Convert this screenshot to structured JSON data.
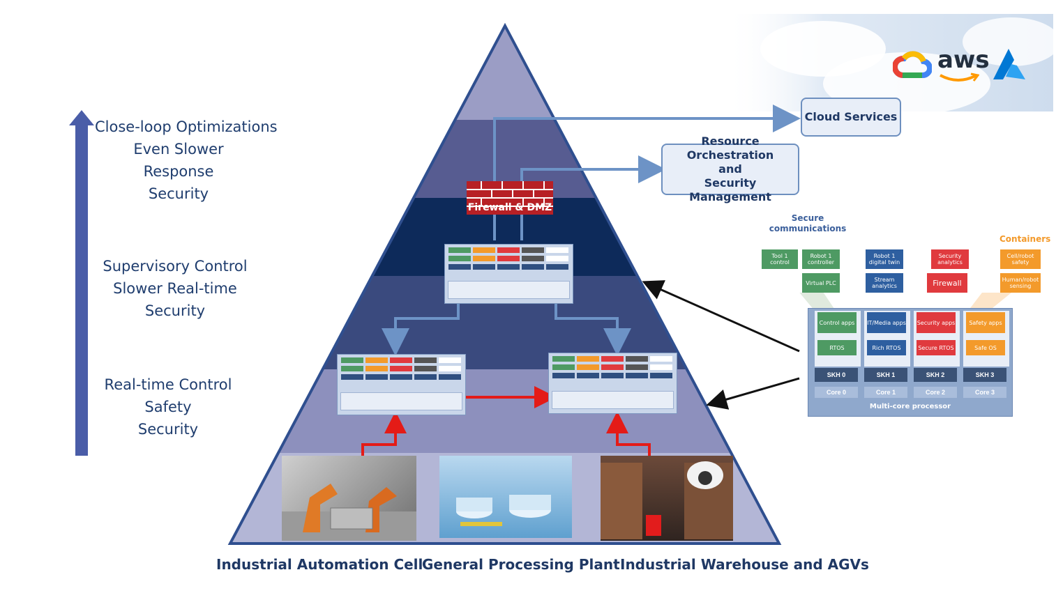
{
  "left_levels": [
    {
      "lines": [
        "Close-loop Optimizations",
        "Even Slower",
        "Response",
        "Security"
      ]
    },
    {
      "lines": [
        "Supervisory Control",
        "Slower Real-time",
        "Security"
      ]
    },
    {
      "lines": [
        "Real-time Control",
        "Safety",
        "Security"
      ]
    }
  ],
  "callouts": {
    "cloud": "Cloud Services",
    "resource_lines": [
      "Resource Orchestration",
      "and",
      "Security Management"
    ]
  },
  "firewall_label": "Firewall & DMZ",
  "cloud_logos": [
    "google-cloud-icon",
    "aws",
    "azure-icon"
  ],
  "aws_text": "aws",
  "bottom_labels": [
    "Industrial Automation Cell",
    "General Processing Plant",
    "Industrial Warehouse and AGVs"
  ],
  "processor_detail": {
    "secure_comms": [
      "Secure",
      "communications"
    ],
    "containers": "Containers",
    "top_chips": [
      {
        "text": "Tool 1 control",
        "color": "g"
      },
      {
        "text": "Robot 1 controller",
        "color": "g"
      },
      {
        "text": "Virtual PLC",
        "color": "g"
      },
      {
        "text": "Robot 1 digital twin",
        "color": "b"
      },
      {
        "text": "Stream analytics",
        "color": "b"
      },
      {
        "text": "Security analytics",
        "color": "r"
      },
      {
        "text": "Firewall",
        "color": "r"
      },
      {
        "text": "Cell/robot safety",
        "color": "o"
      },
      {
        "text": "Human/robot sensing",
        "color": "o"
      }
    ],
    "columns": [
      {
        "apps": "Control apps",
        "os": "RTOS",
        "skh": "SKH 0",
        "core": "Core 0",
        "color": "g"
      },
      {
        "apps": "IT/Media apps",
        "os": "Rich RTOS",
        "skh": "SKH 1",
        "core": "Core 1",
        "color": "b"
      },
      {
        "apps": "Security apps",
        "os": "Secure RTOS",
        "skh": "SKH 2",
        "core": "Core 2",
        "color": "r"
      },
      {
        "apps": "Safety apps",
        "os": "Safe OS",
        "skh": "SKH 3",
        "core": "Core 3",
        "color": "o"
      }
    ],
    "processor_label": "Multi-core processor"
  },
  "colors": {
    "pyramid_outline": "#2f4f8f",
    "tier_top": "#9b9dc5",
    "tier_2": "#575c91",
    "tier_3": "#0d2a5a",
    "tier_4": "#3a4a7e",
    "tier_5": "#8d90bd",
    "tier_bottom": "#b3b6d6",
    "connector_blue": "#6d93c6",
    "connector_red": "#e41b17",
    "firewall_red": "#b72025"
  }
}
